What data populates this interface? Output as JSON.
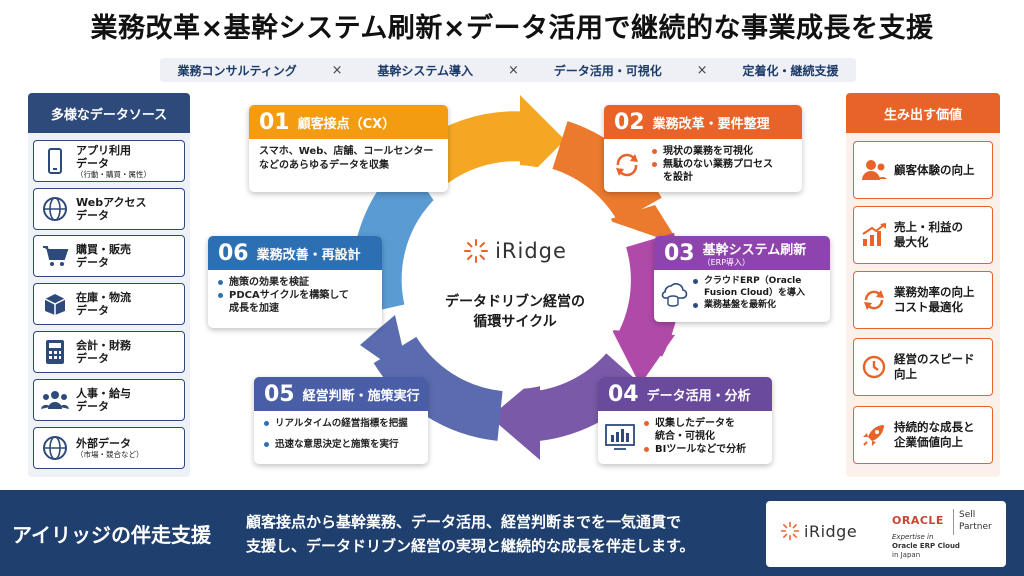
{
  "title": "業務改革×基幹システム刷新×データ活用で継続的な事業成長を支援",
  "pillars": [
    "業務コンサルティング",
    "基幹システム導入",
    "データ活用・可視化",
    "定着化・継続支援"
  ],
  "pillar_sep": "×",
  "sources": {
    "heading": "多様なデータソース",
    "items": [
      {
        "label": "アプリ利用\nデータ",
        "sub": "（行動・購買・属性）",
        "icon": "smartphone-icon"
      },
      {
        "label": "Webアクセス\nデータ",
        "sub": "",
        "icon": "globe-icon"
      },
      {
        "label": "購買・販売\nデータ",
        "sub": "",
        "icon": "cart-icon"
      },
      {
        "label": "在庫・物流\nデータ",
        "sub": "",
        "icon": "box-icon"
      },
      {
        "label": "会計・財務\nデータ",
        "sub": "",
        "icon": "calculator-icon"
      },
      {
        "label": "人事・給与\nデータ",
        "sub": "",
        "icon": "people-icon"
      },
      {
        "label": "外部データ",
        "sub": "（市場・競合など）",
        "icon": "globe-icon"
      }
    ]
  },
  "values": {
    "heading": "生み出す価値",
    "items": [
      {
        "label": "顧客体験の向上",
        "icon": "users-icon"
      },
      {
        "label": "売上・利益の\n最大化",
        "icon": "growth-chart-icon"
      },
      {
        "label": "業務効率の向上\nコスト最適化",
        "icon": "cycle-icon"
      },
      {
        "label": "経営のスピード\n向上",
        "icon": "clock-icon"
      },
      {
        "label": "持続的な成長と\n企業価値向上",
        "icon": "rocket-icon"
      }
    ]
  },
  "cycle": {
    "logo": "iRidge",
    "center_text": "データドリブン経営の\n循環サイクル",
    "steps": [
      {
        "num": "01",
        "title": "顧客接点（CX）",
        "sub": "",
        "body": "スマホ、Web、店舗、コールセンター\nなどのあらゆるデータを収集",
        "bullets": [],
        "color": "#f39c12",
        "icon": ""
      },
      {
        "num": "02",
        "title": "業務改革・要件整理",
        "sub": "",
        "body": "",
        "bullets": [
          "現状の業務を可視化",
          "無駄のない業務プロセス\nを設計"
        ],
        "color": "#e8632a",
        "icon": "refresh-icon"
      },
      {
        "num": "03",
        "title": "基幹システム刷新",
        "sub": "（ERP導入）",
        "body": "",
        "bullets": [
          "クラウドERP（Oracle\nFusion Cloud）を導入",
          "業務基盤を最新化"
        ],
        "color": "#8e44ad",
        "icon": "cloud-database-icon"
      },
      {
        "num": "04",
        "title": "データ活用・分析",
        "sub": "",
        "body": "",
        "bullets": [
          "収集したデータを\n統合・可視化",
          "BIツールなどで分析"
        ],
        "color": "#6a4a9c",
        "icon": "dashboard-icon"
      },
      {
        "num": "05",
        "title": "経営判断・施策実行",
        "sub": "",
        "body": "",
        "bullets": [
          "リアルタイムの経営指標を把握",
          "迅速な意思決定と施策を実行"
        ],
        "color": "#4a5ea8",
        "icon": ""
      },
      {
        "num": "06",
        "title": "業務改善・再設計",
        "sub": "",
        "body": "",
        "bullets": [
          "施策の効果を検証",
          "PDCAサイクルを構築して\n成長を加速"
        ],
        "color": "#2d6fb3",
        "icon": ""
      }
    ]
  },
  "footer": {
    "lead": "アイリッジの伴走支援",
    "message": "顧客接点から基幹業務、データ活用、経営判断までを一気通貫で\n支援し、データドリブン経営の実現と継続的な成長を伴走します。",
    "partner": {
      "logo": "iRidge",
      "oracle": "ORACLE",
      "badge": "Sell\nPartner",
      "expertise": "Expertise in",
      "product": "Oracle ERP Cloud",
      "region": "in Japan"
    }
  }
}
